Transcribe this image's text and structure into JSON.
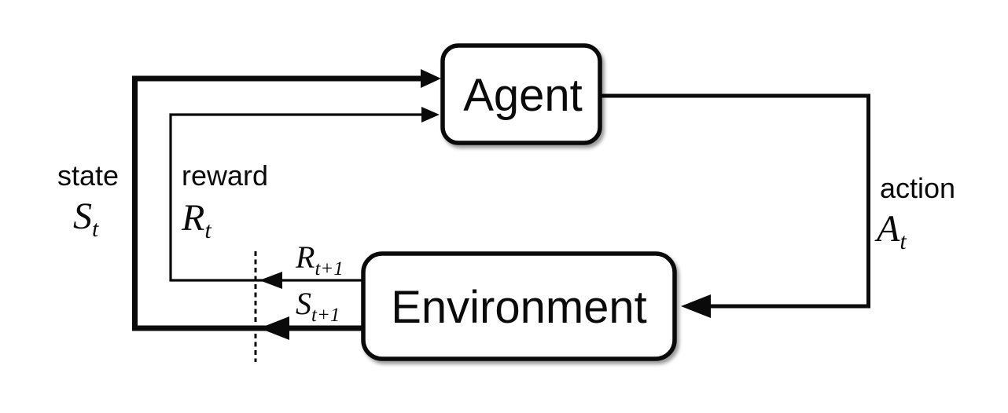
{
  "nodes": {
    "agent": {
      "label": "Agent"
    },
    "environment": {
      "label": "Environment"
    }
  },
  "labels": {
    "state": {
      "word": "state",
      "symbol": "S",
      "subscript": "t"
    },
    "reward": {
      "word": "reward",
      "symbol": "R",
      "subscript": "t"
    },
    "action": {
      "word": "action",
      "symbol": "A",
      "subscript": "t"
    },
    "next_reward": {
      "symbol": "R",
      "subscript": "t+1"
    },
    "next_state": {
      "symbol": "S",
      "subscript": "t+1"
    }
  },
  "edges": [
    {
      "name": "action-edge",
      "from": "agent",
      "to": "environment",
      "label": "action A_t"
    },
    {
      "name": "reward-edge",
      "from": "environment",
      "to": "agent",
      "label": "reward R_t (R_t+1 before time-step boundary)"
    },
    {
      "name": "state-edge",
      "from": "environment",
      "to": "agent",
      "label": "state S_t (S_t+1 before time-step boundary)"
    }
  ],
  "colors": {
    "ink": "#0a0a0a",
    "background": "#ffffff",
    "box_fill": "#ffffff"
  }
}
